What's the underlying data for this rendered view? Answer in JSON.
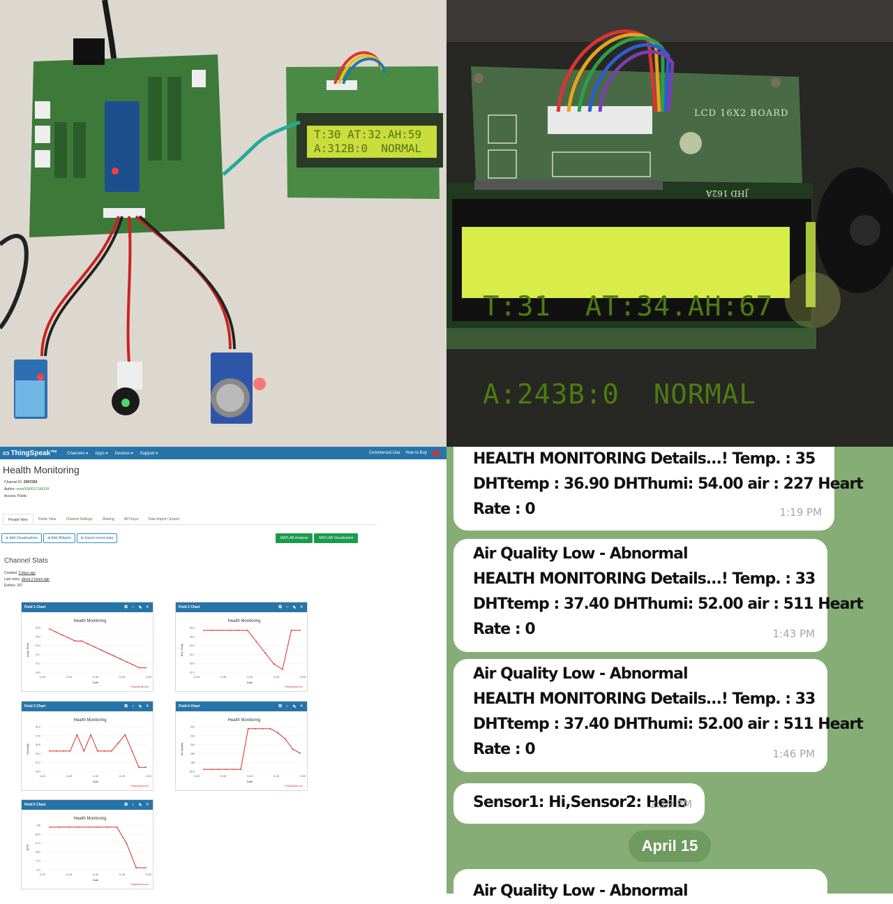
{
  "lcd_small": {
    "line1": "T:30 AT:32.AH:59",
    "line2": "A:312B:0  NORMAL"
  },
  "lcd_large": {
    "line1": "T:31  AT:34.AH:67",
    "line2": "A:243B:0  NORMAL"
  },
  "board_labels": {
    "lcd_board": "LCD 16X2 BOARD",
    "model": "JHD 162A"
  },
  "thingspeak": {
    "brand": "ThingSpeak™",
    "nav": [
      "Channels ▾",
      "Apps ▾",
      "Devices ▾",
      "Support ▾"
    ],
    "nav_right": [
      "Commercial Use",
      "How to Buy"
    ],
    "channel_title": "Health Monitoring",
    "channel_id_label": "Channel ID:",
    "channel_id": "2907269",
    "author_label": "Author:",
    "author": "mwa0000027184138",
    "access": "Access: Public",
    "tabs": [
      "Private View",
      "Public View",
      "Channel Settings",
      "Sharing",
      "API Keys",
      "Data Import / Export"
    ],
    "buttons": [
      "Add Visualizations",
      "Add Widgets",
      "Export recent data"
    ],
    "matlab_buttons": [
      "MATLAB Analysis",
      "MATLAB Visualization"
    ],
    "stats_title": "Channel Stats",
    "created_label": "Created:",
    "created": "3 days ago",
    "last_entry_label": "Last entry:",
    "last_entry": "about 2 hours ago",
    "entries": "Entries: 267",
    "chart_subtitle": "Health Monitoring",
    "xlabel": "Date",
    "watermark": "ThingSpeak.com",
    "xticks": [
      "11:40",
      "11:45",
      "11:40",
      "11:45",
      "11:50"
    ],
    "panels": [
      {
        "title": "Field 1 Chart",
        "ylabel": "Body Temp"
      },
      {
        "title": "Field 2 Chart",
        "ylabel": "Env. Temp"
      },
      {
        "title": "Field 3 Chart",
        "ylabel": "Humidity"
      },
      {
        "title": "Field 4 Chart",
        "ylabel": "Air Quality"
      },
      {
        "title": "Field 5 Chart",
        "ylabel": "BPM"
      }
    ]
  },
  "chart_data": [
    {
      "type": "line",
      "title": "Health Monitoring",
      "ylabel": "Body Temp",
      "y": [
        93.4,
        93.2,
        93.0,
        92.8,
        92.6,
        92.6,
        92.4,
        92.2,
        92.0,
        91.8,
        91.6,
        91.4,
        91.2,
        91.0,
        90.8,
        90.8
      ],
      "ylim": [
        90.5,
        93.5
      ]
    },
    {
      "type": "line",
      "title": "Health Monitoring",
      "ylabel": "Env. Temp",
      "y": [
        65.4,
        65.4,
        65.4,
        65.4,
        65.4,
        65.4,
        64.6,
        63.8,
        63.0,
        62.6,
        65.4,
        65.4
      ],
      "ylim": [
        62.4,
        65.6
      ]
    },
    {
      "type": "line",
      "title": "Health Monitoring",
      "ylabel": "Humidity",
      "y": [
        54,
        54,
        54,
        54,
        58,
        54,
        58,
        54,
        54,
        54,
        56,
        58,
        54,
        50,
        50
      ],
      "ylim": [
        49,
        60
      ]
    },
    {
      "type": "line",
      "title": "Health Monitoring",
      "ylabel": "Air Quality",
      "y": [
        100,
        100,
        100,
        100,
        100,
        100,
        500,
        500,
        500,
        500,
        460,
        400,
        300,
        260
      ],
      "ylim": [
        80,
        520
      ]
    },
    {
      "type": "line",
      "title": "Health Monitoring",
      "ylabel": "BPM",
      "y": [
        100,
        100,
        100,
        100,
        100,
        100,
        100,
        100,
        60,
        0,
        0
      ],
      "ylim": [
        -5,
        105
      ]
    }
  ],
  "telegram": {
    "messages": [
      {
        "lines": [
          "HEALTH MONITORING Details...! Temp. : 35",
          "DHTtemp : 36.90 DHThumi: 54.00 air  : 227 Heart",
          "Rate  : 0"
        ],
        "time": "1:19 PM"
      },
      {
        "lines": [
          "Air Quality Low - Abnormal",
          "HEALTH MONITORING Details...! Temp. : 33",
          "DHTtemp : 37.40 DHThumi: 52.00 air  : 511 Heart",
          "Rate  : 0"
        ],
        "time": "1:43 PM"
      },
      {
        "lines": [
          "Air Quality Low - Abnormal",
          "HEALTH MONITORING Details...! Temp. : 33",
          "DHTtemp : 37.40 DHThumi: 52.00 air  : 511 Heart",
          "Rate  : 0"
        ],
        "time": "1:46 PM"
      },
      {
        "lines": [
          "Sensor1: Hi,Sensor2: Hello"
        ],
        "time": "2:19 PM"
      },
      {
        "lines": [
          "Air Quality Low - Abnormal"
        ],
        "time": ""
      }
    ],
    "date_divider": "April 15"
  },
  "colors": {
    "ts_blue": "#2774a8",
    "ts_green": "#1a9b4b",
    "chart_line": "#d62728",
    "tg_bg": "#86ad75",
    "lcd_green": "#d8ec4a"
  }
}
